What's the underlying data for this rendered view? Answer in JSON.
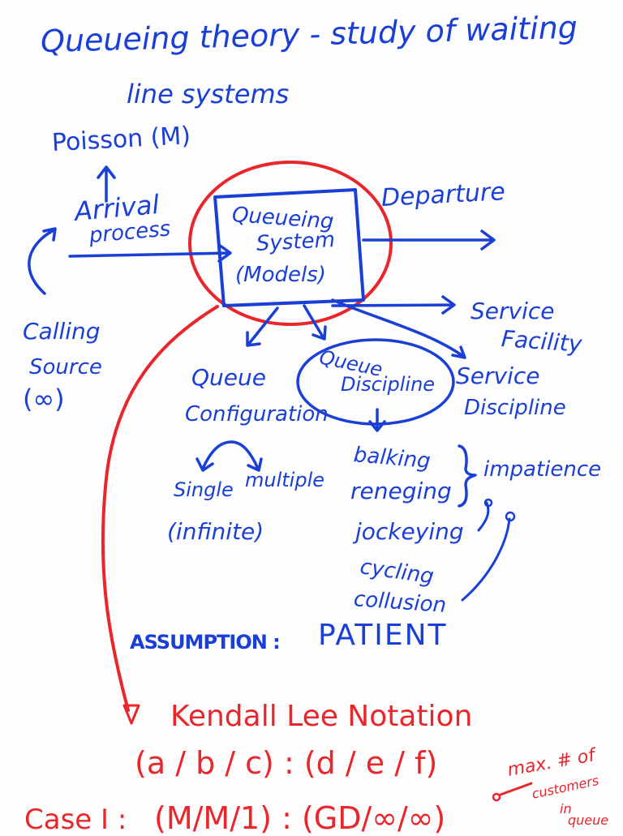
{
  "colors": {
    "ink_blue": "#1a3fd6",
    "ink_red": "#e8262b",
    "paper": "#fdfdfd"
  },
  "heading": {
    "line1": "Queueing theory - study of waiting",
    "line2": "line systems"
  },
  "poisson": "Poisson (M)",
  "arrival": {
    "line1": "Arrival",
    "line2": "process"
  },
  "departure": "Departure",
  "system": {
    "line1": "Queueing",
    "line2": "System",
    "line3": "(Models)"
  },
  "calling": {
    "line1": "Calling",
    "line2": "Source",
    "line3": "(∞)"
  },
  "service_facility": {
    "line1": "Service",
    "line2": "Facility"
  },
  "queue_configuration": {
    "line1": "Queue",
    "line2": "Configuration"
  },
  "queue_discipline": {
    "line1": "Queue",
    "line2": "Discipline"
  },
  "service_discipline": {
    "line1": "Service",
    "line2": "Discipline"
  },
  "config_options": {
    "single": "Single",
    "multiple": "multiple",
    "infinite": "(infinite)"
  },
  "behaviors": [
    "balking",
    "reneging",
    "jockeying",
    "cycling",
    "collusion"
  ],
  "impatience": "impatience",
  "assumption": {
    "label": "ASSUMPTION :",
    "value": "PATIENT"
  },
  "kendall": {
    "title": "Kendall Lee Notation",
    "notation": "(a / b / c) : (d / e / f)",
    "example_label": "Case I :",
    "example": "(M/M/1) : (GD/∞/∞)"
  },
  "annotation": {
    "line1": "max. # of",
    "line2": "customers",
    "line3": "in",
    "line4": "queue"
  }
}
